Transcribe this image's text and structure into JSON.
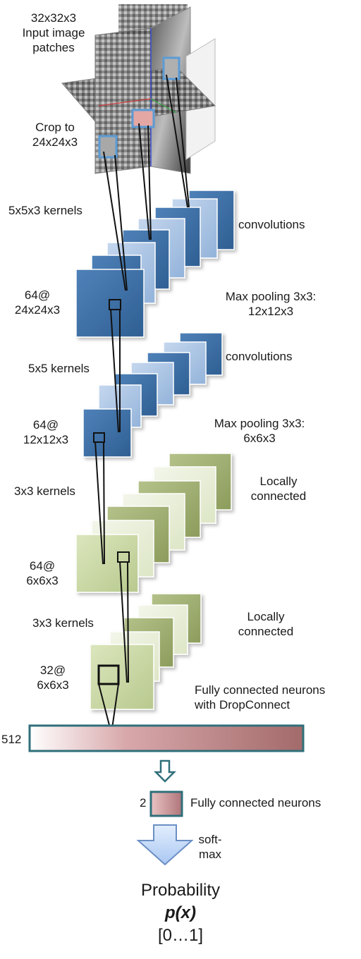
{
  "labels": {
    "input_patches": [
      "32x32x3",
      "Input image",
      "patches"
    ],
    "crop": [
      "Crop to",
      "24x24x3"
    ],
    "kernels1": "5x5x3 kernels",
    "conv1": "convolutions",
    "layer1_map": [
      "64@",
      "24x24x3"
    ],
    "pool1": [
      "Max pooling 3x3:",
      "12x12x3"
    ],
    "kernels2": "5x5 kernels",
    "conv2": "convolutions",
    "layer2_map": [
      "64@",
      "12x12x3"
    ],
    "pool2": [
      "Max pooling 3x3:",
      "6x6x3"
    ],
    "kernels3": "3x3 kernels",
    "local1": [
      "Locally",
      "connected"
    ],
    "layer3_map": [
      "64@",
      "6x6x3"
    ],
    "kernels4": "3x3 kernels",
    "local2": [
      "Locally",
      "connected"
    ],
    "layer4_map": [
      "32@",
      "6x6x3"
    ],
    "fc1": [
      "Fully connected neurons",
      "with DropConnect"
    ],
    "fc_size": "512",
    "out_size": "2",
    "fc2": "Fully connected neurons",
    "softmax": [
      "soft-",
      "max"
    ],
    "output": [
      "Probability",
      "p(x)",
      "[0…1]"
    ]
  },
  "colors": {
    "blue_dark": "#3d6fa3",
    "blue_light": "#a9c3e0",
    "green_dark": "#9cad6a",
    "green_light": "#e6edd2",
    "bar_end": "#a36a6a",
    "frame": "#2f6f7a",
    "arrow_fill": "#cfe0fa"
  }
}
